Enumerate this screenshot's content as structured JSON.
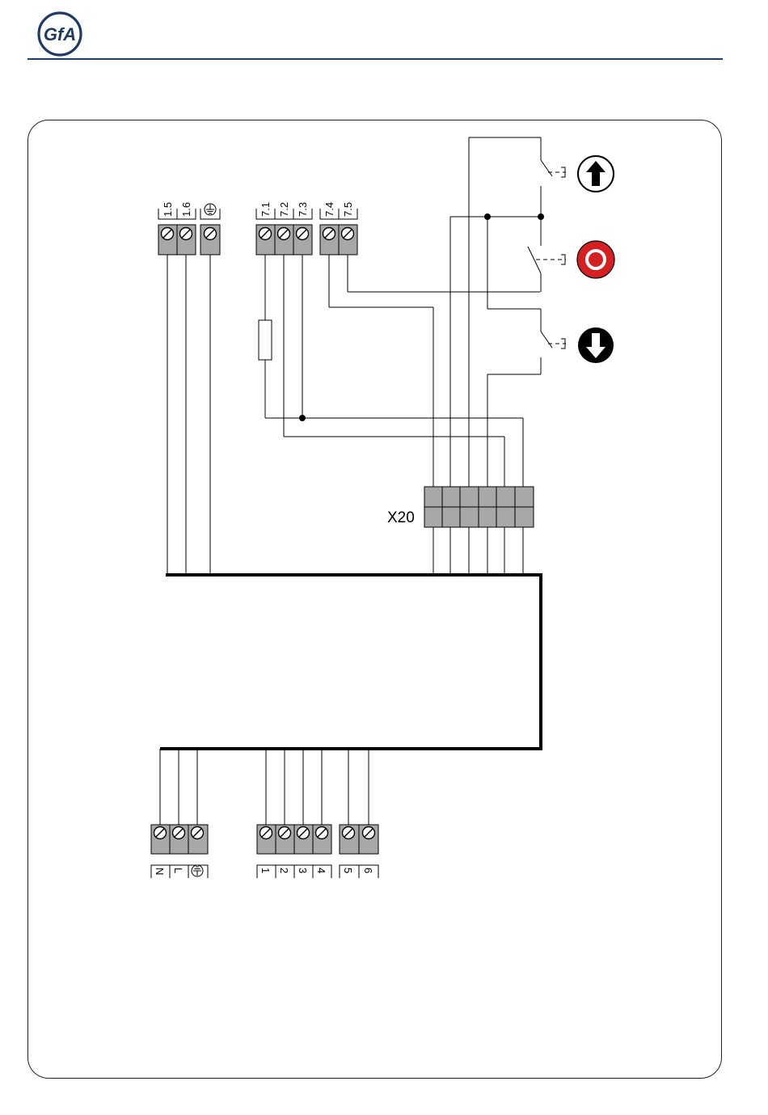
{
  "header": {
    "logo_text": "GfA",
    "brand_color": "#1e3a6b"
  },
  "diagram": {
    "top_terminals": {
      "group_a": [
        "1.5",
        "1.6"
      ],
      "group_b": [
        "7.1",
        "7.2",
        "7.3"
      ],
      "group_c": [
        "7.4",
        "7.5"
      ],
      "earth_icon": "earth-ground-icon"
    },
    "connector_label": "X20",
    "bottom_terminals": {
      "power": [
        "N",
        "L"
      ],
      "group_1": [
        "1",
        "2",
        "3",
        "4"
      ],
      "group_2": [
        "5",
        "6"
      ],
      "earth_icon": "earth-ground-icon"
    },
    "buttons": [
      {
        "name": "up",
        "icon": "arrow-up-icon",
        "color": "#000000"
      },
      {
        "name": "stop",
        "icon": "stop-icon",
        "color": "#d42020"
      },
      {
        "name": "down",
        "icon": "arrow-down-icon",
        "color": "#000000"
      }
    ],
    "terminal_color": "#a8a8a8"
  }
}
